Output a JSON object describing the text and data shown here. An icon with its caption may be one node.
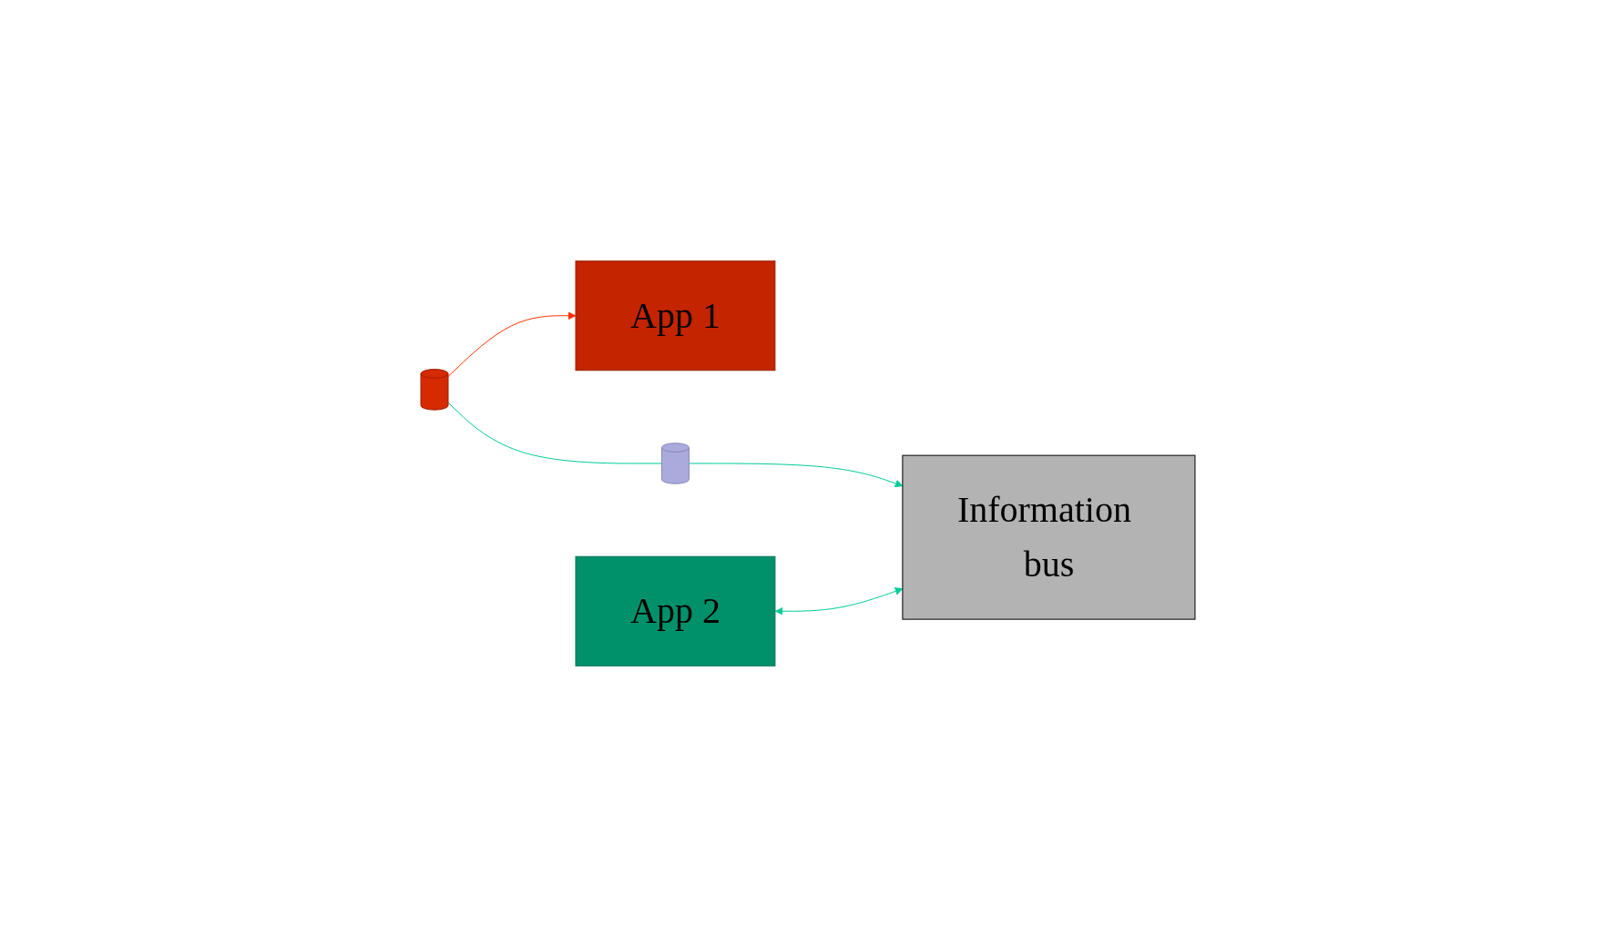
{
  "diagram": {
    "nodes": [
      {
        "text": [
          "App 1"
        ]
      },
      {
        "text": [],
        "shape": "cylinder"
      },
      {
        "text": [],
        "shape": "cylinder"
      },
      {
        "text": [
          "Information bus"
        ]
      },
      {
        "text": [
          "App 2"
        ]
      }
    ],
    "edges": [
      {
        "from": 1,
        "to": 0,
        "arrow": "to",
        "color": "#ff3300"
      },
      {
        "from": 1,
        "to": 2,
        "arrow": "none"
      },
      {
        "from": 2,
        "to": 3,
        "arrow": "to"
      },
      {
        "from": 4,
        "to": 3,
        "arrow": "both"
      }
    ]
  }
}
